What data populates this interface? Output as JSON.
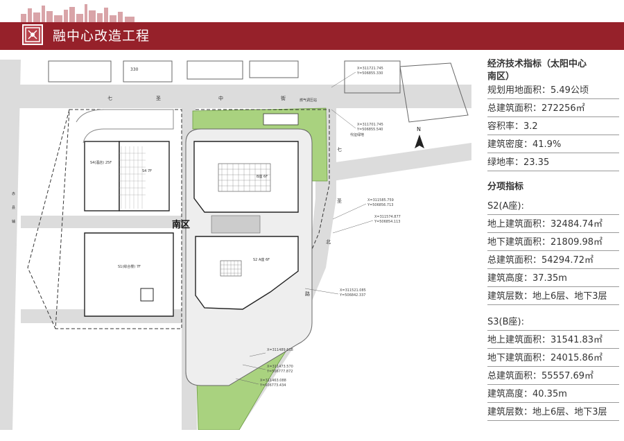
{
  "header": {
    "title": "融中心改造工程",
    "bar_color": "#96212a"
  },
  "plan": {
    "label_south": "南区",
    "road_north": [
      "七",
      "圣",
      "中",
      "街"
    ],
    "road_east": [
      "七",
      "圣"
    ],
    "road_south": [
      "北",
      "路"
    ],
    "road_west": [
      "赤",
      "县",
      "辅"
    ],
    "north_label": "N",
    "building_s2": "S2 A座 6F",
    "building_s3": "B座 6F",
    "building_s1": "S1(综合楼) 7F",
    "building_s4": "S4 7F",
    "building_s4b": "S4(酒店) 25F",
    "plaza_label": "代征绿地",
    "gas_label": "燃气调压站",
    "num_top": "330",
    "coords": [
      {
        "x": "X=311721.745",
        "y": "Y=506855.330"
      },
      {
        "x": "X=311701.745",
        "y": "Y=506855.540"
      },
      {
        "x": "X=311585.759",
        "y": "Y=506856.713"
      },
      {
        "x": "X=311574.877",
        "y": "Y=506854.113"
      },
      {
        "x": "X=311521.085",
        "y": "Y=506842.337"
      },
      {
        "x": "X=311489.618",
        "y": ""
      },
      {
        "x": "X=311473.570",
        "y": "Y=506777.872"
      },
      {
        "x": "X=311463.088",
        "y": "Y=506773.434"
      }
    ]
  },
  "panel": {
    "heading": "经济技术指标（太阳中心南区）",
    "heading_line1": "经济技术指标（太阳中心",
    "heading_line2": "南区）",
    "items": [
      "规划用地面积：5.49公顷",
      "总建筑面积：272256㎡",
      "容积率：3.2",
      "建筑密度：41.9%",
      "绿地率：23.35"
    ],
    "sub_heading": "分项指标",
    "s2_title": "S2(A座):",
    "s2_items": [
      "地上建筑面积：32484.74㎡",
      "地下建筑面积：21809.98㎡",
      "总建筑面积：54294.72㎡",
      "建筑高度：37.35m",
      "建筑层数：地上6层、地下3层"
    ],
    "s3_title": "S3(B座):",
    "s3_items": [
      "地上建筑面积：31541.83㎡",
      "地下建筑面积：24015.86㎡",
      "总建筑面积：55557.69㎡",
      " 建筑高度：40.35m",
      "建筑层数：地上6层、地下3层"
    ]
  }
}
